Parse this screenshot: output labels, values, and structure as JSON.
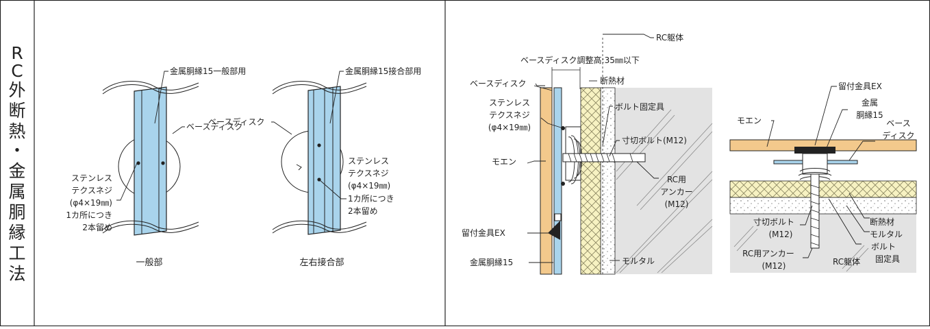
{
  "side_title": [
    "R",
    "C",
    "外",
    "断",
    "熱",
    "・",
    "金",
    "属",
    "胴",
    "縁",
    "工",
    "法"
  ],
  "panel1": {
    "furring_general": "金属胴縁15一般部用",
    "base_disk_1": "ベースディスク",
    "furring_joint": "金属胴縁15接合部用",
    "base_disk_2": "ベースディスク",
    "screw_left": [
      "ステンレス",
      "テクスネジ",
      "(φ4×19㎜)",
      "1カ所につき",
      "2本留め"
    ],
    "screw_right": [
      "ステンレス",
      "テクスネジ",
      "(φ4×19㎜)",
      "1カ所につき",
      "2本留め"
    ],
    "caption_general": "一般部",
    "caption_joint": "左右接合部"
  },
  "panel2": {
    "rc_body": "RC躯体",
    "adjust": "ベースディスク調整高:35㎜以下",
    "base_disk": "ベースディスク",
    "insulation": "断熱材",
    "screw": [
      "ステンレス",
      "テクスネジ",
      "(φ4×19㎜)"
    ],
    "bolt_fixer": "ボルト固定具",
    "cut_bolt": "寸切ボルト(M12)",
    "moen": "モエン",
    "anchor": [
      "RC用",
      "アンカー",
      "(M12)"
    ],
    "bracket": "留付金具EX",
    "mortar": "モルタル",
    "furring": "金属胴縁15"
  },
  "panel3": {
    "bracket": "留付金具EX",
    "furring": [
      "金属",
      "胴縁15"
    ],
    "moen": "モエン",
    "base_disk": [
      "ベース",
      "ディスク"
    ],
    "insulation": "断熱材",
    "cut_bolt": [
      "寸切ボルト",
      "(M12)"
    ],
    "mortar": "モルタル",
    "bolt_fixer": [
      "ボルト",
      "固定具"
    ],
    "anchor": [
      "RC用アンカー",
      "(M12)"
    ],
    "rc_body": "RC躯体"
  },
  "colors": {
    "furring_blue": "#a9d4ec",
    "siding_orange": "#f3c98c",
    "insulation_yellow": "#f7f2c2",
    "concrete_gray": "#e3e3e3",
    "line": "#222222"
  }
}
